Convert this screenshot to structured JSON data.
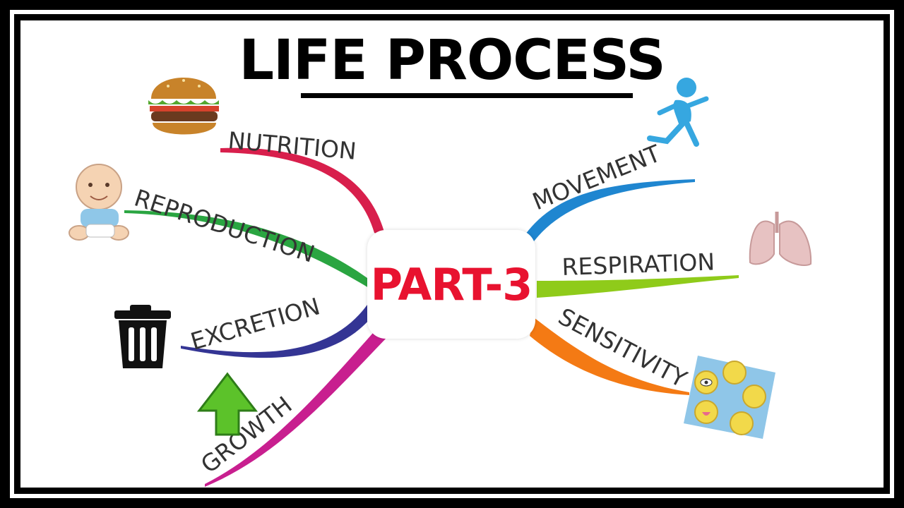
{
  "title": "LIFE PROCESS",
  "center": {
    "label": "PART-3"
  },
  "colors": {
    "center_text": "#e8122f",
    "nutrition": "#d81f4c",
    "reproduction": "#2aa541",
    "excretion": "#343594",
    "growth": "#c81f8f",
    "movement": "#1f86d0",
    "respiration": "#8fcb1a",
    "sensitivity": "#f47a14"
  },
  "branches": [
    {
      "id": "nutrition",
      "label": "NUTRITION",
      "icon": "burger-icon"
    },
    {
      "id": "reproduction",
      "label": "REPRODUCTION",
      "icon": "baby-icon"
    },
    {
      "id": "excretion",
      "label": "EXCRETION",
      "icon": "trash-bin-icon"
    },
    {
      "id": "growth",
      "label": "GROWTH",
      "icon": "up-arrow-icon"
    },
    {
      "id": "movement",
      "label": "MOVEMENT",
      "icon": "running-figure-icon"
    },
    {
      "id": "respiration",
      "label": "RESPIRATION",
      "icon": "lungs-icon"
    },
    {
      "id": "sensitivity",
      "label": "SENSITIVITY",
      "icon": "sense-organs-icon"
    }
  ]
}
